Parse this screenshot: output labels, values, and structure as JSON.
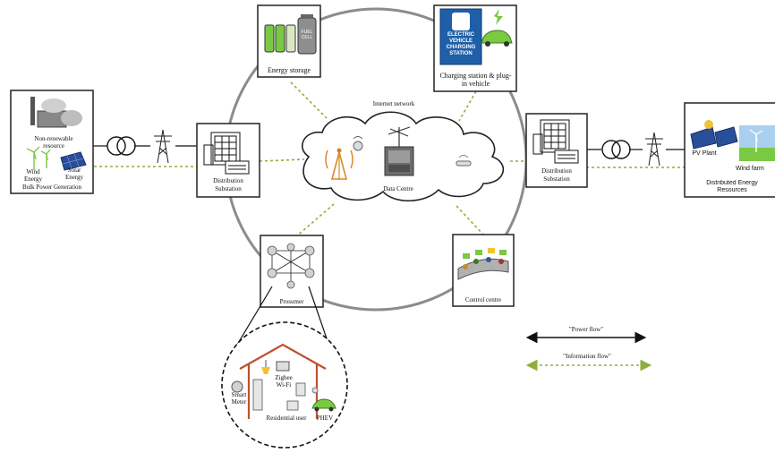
{
  "labels": {
    "energy_storage": "Energy storage",
    "fuel_cell": "FUEL CELL",
    "ev_sign": [
      "ELECTRIC",
      "VEHICLE",
      "CHARGING",
      "STATION"
    ],
    "charging_station": [
      "Charging station & plug-",
      "in vehicle"
    ],
    "internet_network": "Internet network",
    "data_centre": "Data Centre",
    "dist_sub_left": [
      "Distribution",
      "Substation"
    ],
    "dist_sub_right": [
      "Distribution",
      "Substation"
    ],
    "non_renewable": [
      "Non-renewable",
      "resource"
    ],
    "wind_energy": [
      "Wind",
      "Energy"
    ],
    "solar_energy": [
      "Solar",
      "Energy"
    ],
    "bulk_power": "Bulk Power Generation",
    "pv_plant": "PV Plant",
    "wind_farm": "Wind farm",
    "der": [
      "Distributed Energy",
      "Resources"
    ],
    "prosumer": "Prosumer",
    "control_centre": "Control centre",
    "smart_meter": [
      "Smart",
      "Meter"
    ],
    "zigbee": [
      "Zigbee",
      "Wi-Fi"
    ],
    "residential_user": "Residential user",
    "phev": "PHEV"
  },
  "legend": {
    "power_flow": "\"Power flow\"",
    "information_flow": "\"Information flow\""
  },
  "colors": {
    "ring": "#8c8c8c",
    "info_flow": "#8fae3c",
    "power_flow": "#111111",
    "ev_blue": "#1f5fa8",
    "solar_blue": "#2a4f9a",
    "battery_green": "#7ac943",
    "sun_yellow": "#f2c230"
  }
}
